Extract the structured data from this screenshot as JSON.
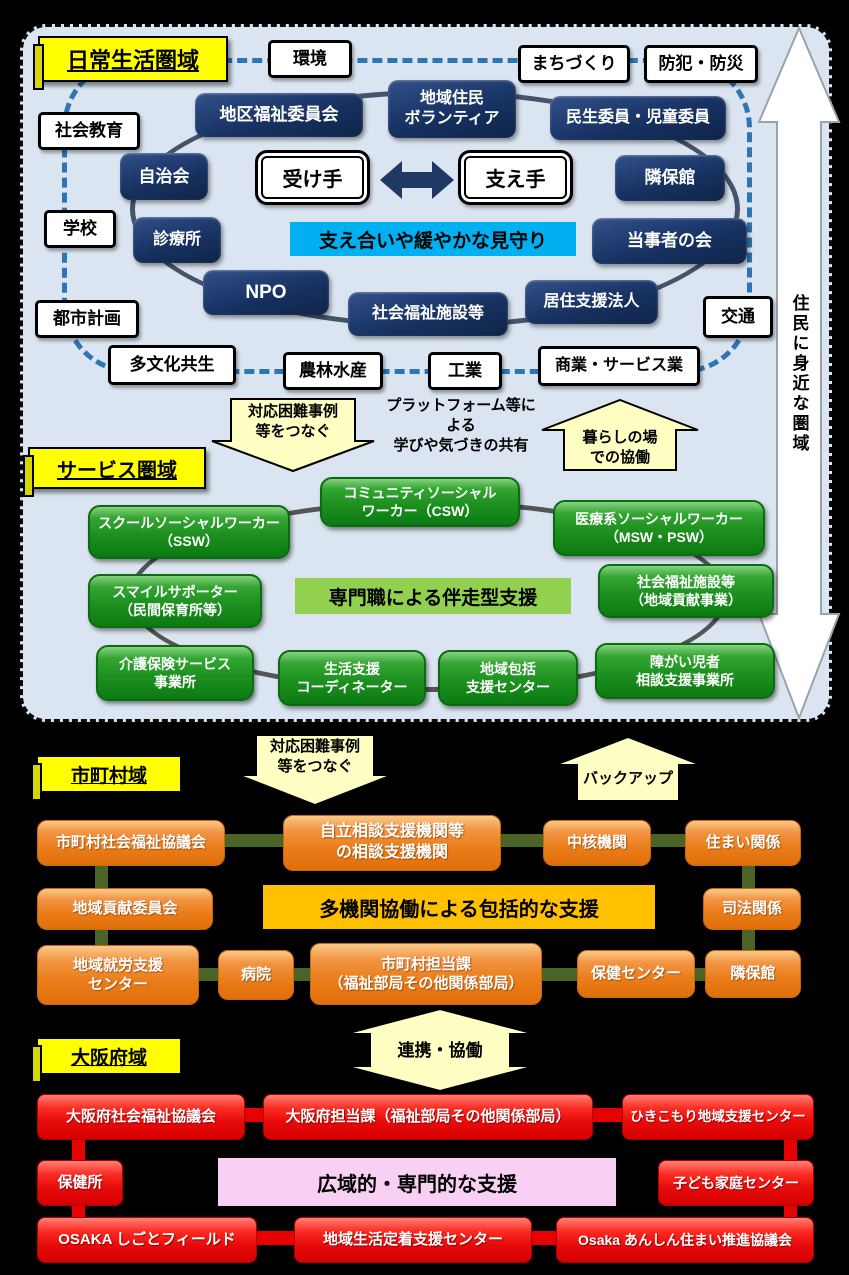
{
  "daily": {
    "banner": "日常生活圏域",
    "side_arrow_label": "住民に身近な圏域",
    "receiver": "受け手",
    "supporter": "支え手",
    "watch_banner": "支え合いや緩やかな見守り",
    "white": {
      "kankyo": "環境",
      "machizukuri": "まちづくり",
      "bohan": "防犯・防災",
      "shakaikyoiku": "社会教育",
      "gakko": "学校",
      "toshikeikaku": "都市計画",
      "tabunka": "多文化共生",
      "norin": "農林水産",
      "kogyo": "工業",
      "shogyo": "商業・サービス業",
      "kotsu": "交通"
    },
    "navy": {
      "chikufukushi": "地区福祉委員会",
      "chiikijumin": "地域住民\nボランティア",
      "minsei": "民生委員・児童委員",
      "rinpokan": "隣保館",
      "tojisha": "当事者の会",
      "kyojushien": "居住支援法人",
      "shakaifukushi": "社会福祉施設等",
      "npo": "NPO",
      "shinryojo": "診療所",
      "jichikai": "自治会"
    }
  },
  "bridge1": {
    "down_arrow": "対応困難事例\n等をつなぐ",
    "platform_note": "プラットフォーム等による\n学びや気づきの共有",
    "up_arrow": "暮らしの場\nでの協働"
  },
  "service": {
    "banner": "サービス圏域",
    "support_banner": "専門職による伴走型支援",
    "green": {
      "ssw": "スクールソーシャルワーカー\n（SSW）",
      "csw": "コミュニティソーシャル\nワーカー（CSW）",
      "msw": "医療系ソーシャルワーカー\n（MSW・PSW）",
      "shisetsu": "社会福祉施設等\n（地域貢献事業）",
      "smile": "スマイルサポーター\n（民間保育所等）",
      "kaigo": "介護保険サービス\n事業所",
      "seikatsu": "生活支援\nコーディネーター",
      "hokatsu": "地域包括\n支援センター",
      "shogai": "障がい児者\n相談支援事業所"
    }
  },
  "bridge2": {
    "down_arrow": "対応困難事例\n等をつなぐ",
    "up_arrow": "バックアップ"
  },
  "municipal": {
    "banner": "市町村域",
    "coop_banner": "多機関協働による包括的な支援",
    "orange": {
      "shakyo": "市町村社会福祉協議会",
      "jiritsu": "自立相談支援機関等\nの相談支援機関",
      "chukaku": "中核機関",
      "sumai": "住まい関係",
      "koken": "地域貢献委員会",
      "shiho": "司法関係",
      "shuro": "地域就労支援\nセンター",
      "byoin": "病院",
      "tantoka": "市町村担当課\n（福祉部局その他関係部局）",
      "hoken_center": "保健センター",
      "rinpokan": "隣保館"
    }
  },
  "bridge3": {
    "arrow": "連携・協働"
  },
  "prefecture": {
    "banner": "大阪府域",
    "wide_banner": "広域的・専門的な支援",
    "red": {
      "shakyo": "大阪府社会福祉協議会",
      "tantoka": "大阪府担当課（福祉部局その他関係部局）",
      "hikikomori": "ひきこもり地域支援センター",
      "hokenjo": "保健所",
      "kodomo": "子ども家庭センター",
      "shigoto": "OSAKA しごとフィールド",
      "teichaku": "地域生活定着支援センター",
      "anshin": "Osaka あんしん住まい推進協議会"
    }
  },
  "colors": {
    "panel_blue": "#dbe5f1",
    "loop_blue": "#2e75b6",
    "navy": "#1b3764",
    "cyan": "#00b0f0",
    "green": "#169016",
    "light_green": "#92d050",
    "orange": "#ed7d31",
    "orange_banner": "#ffc000",
    "red": "#e60000",
    "pink": "#f8d0f4",
    "yellow": "#ffff00",
    "arrow_yellow": "#ffffc4"
  }
}
